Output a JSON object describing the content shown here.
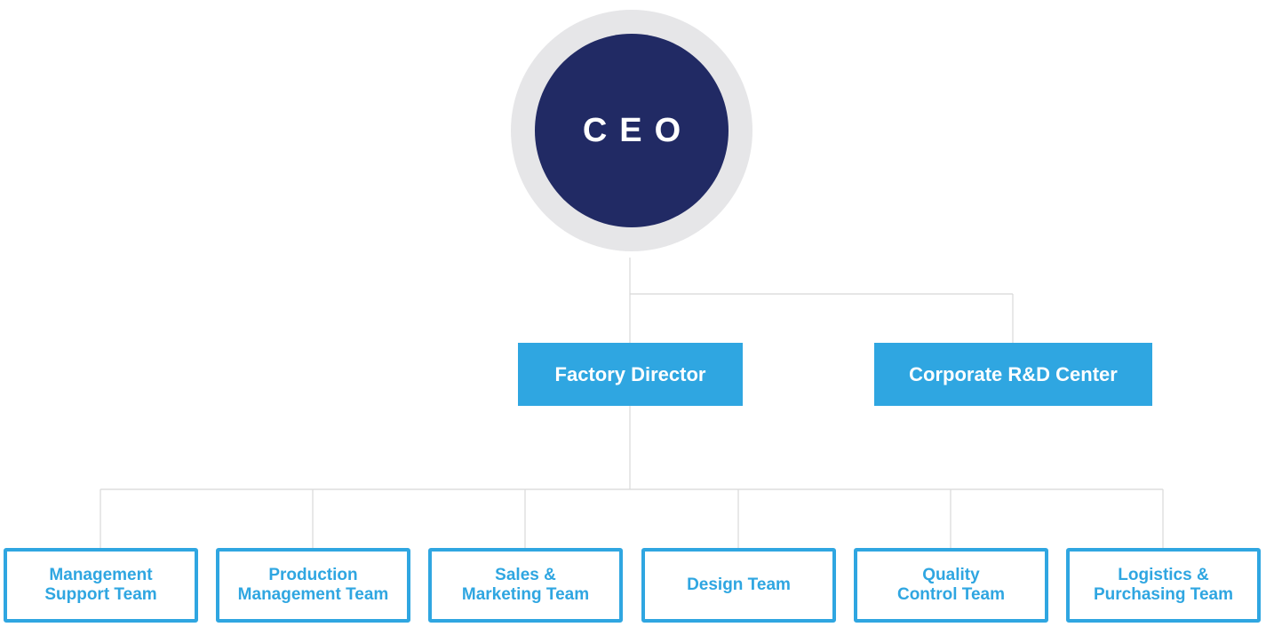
{
  "ceo": {
    "label": "CEO"
  },
  "departments": [
    {
      "label": "Factory Director"
    },
    {
      "label": "Corporate R&D Center"
    }
  ],
  "teams": [
    {
      "label": "Management\nSupport Team"
    },
    {
      "label": "Production\nManagement Team"
    },
    {
      "label": "Sales &\nMarketing Team"
    },
    {
      "label": "Design Team"
    },
    {
      "label": "Quality\nControl Team"
    },
    {
      "label": "Logistics &\nPurchasing Team"
    }
  ],
  "colors": {
    "ceo_ring": "#e6e6e8",
    "ceo_fill": "#212a64",
    "accent": "#2fa6e1",
    "connector": "#d8d8d8"
  }
}
